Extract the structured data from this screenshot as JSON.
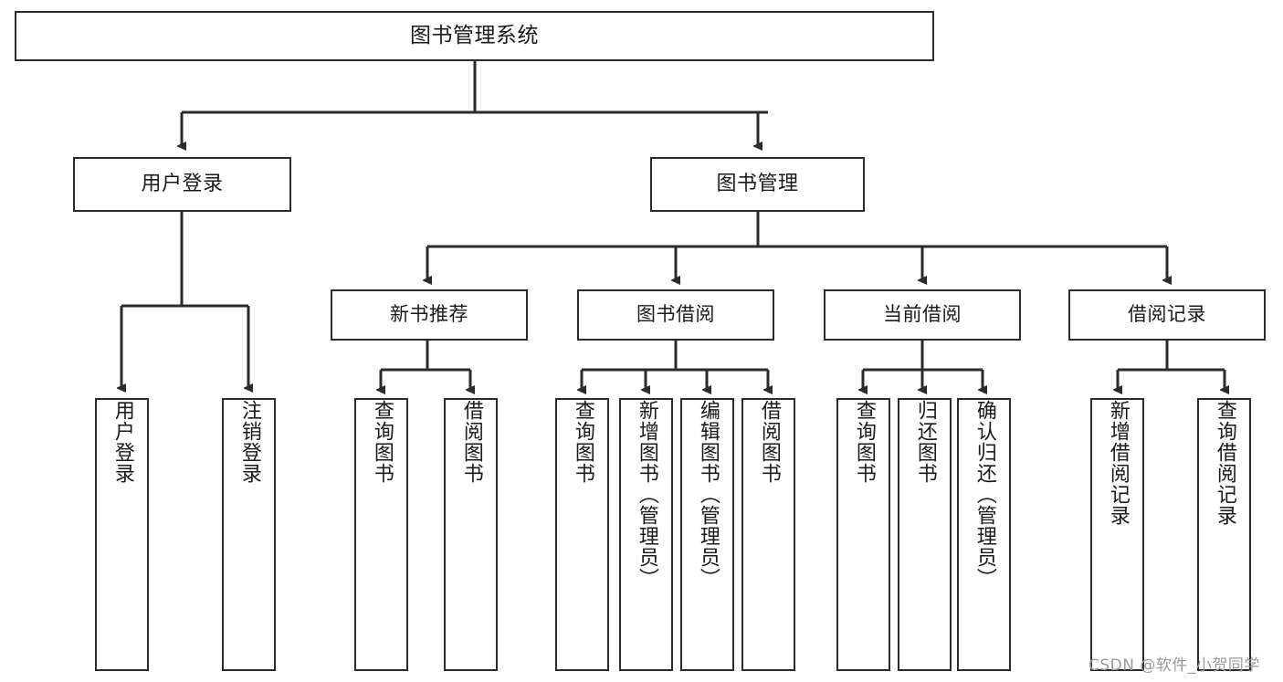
{
  "diagram": {
    "type": "hierarchy-tree",
    "title": "图书管理系统",
    "orientation": "top-down",
    "colors": {
      "background": "#ffffff",
      "box_border": "#2b2b2b",
      "box_fill": "#ffffff",
      "connector": "#2b2b2b",
      "text": "#1a1a1a",
      "watermark": "#9a9a9a"
    },
    "root": {
      "label": "图书管理系统"
    },
    "tier2": [
      {
        "label": "用户登录"
      },
      {
        "label": "图书管理"
      }
    ],
    "tier3": [
      {
        "label": "新书推荐"
      },
      {
        "label": "图书借阅"
      },
      {
        "label": "当前借阅"
      },
      {
        "label": "借阅记录"
      }
    ],
    "leaves": {
      "user_login": [
        {
          "label": "用户登录"
        },
        {
          "label": "注销登录"
        }
      ],
      "new_book_recommend": [
        {
          "label": "查询图书"
        },
        {
          "label": "借阅图书"
        }
      ],
      "book_borrow": [
        {
          "label": "查询图书"
        },
        {
          "label": "新增图书（管理员）"
        },
        {
          "label": "编辑图书（管理员）"
        },
        {
          "label": "借阅图书"
        }
      ],
      "current_borrow": [
        {
          "label": "查询图书"
        },
        {
          "label": "归还图书"
        },
        {
          "label": "确认归还（管理员）"
        }
      ],
      "borrow_record": [
        {
          "label": "新增借阅记录"
        },
        {
          "label": "查询借阅记录"
        }
      ]
    }
  },
  "watermark": {
    "text": "CSDN @软件_小贺同学"
  }
}
